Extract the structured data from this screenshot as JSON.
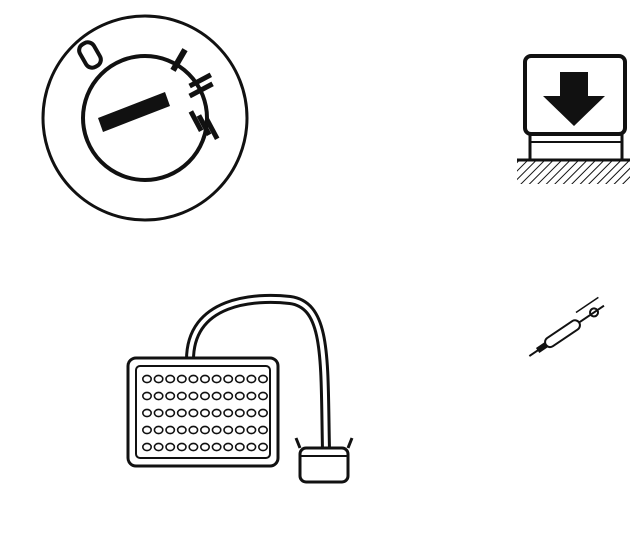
{
  "figure": {
    "background": "#ffffff",
    "ink": "#111111",
    "items": [
      {
        "name": "ignition-switch-icon",
        "markings": [
          "0",
          "I",
          "II",
          "III"
        ]
      },
      {
        "name": "push-down-button-icon"
      },
      {
        "name": "connector-panel-icon"
      },
      {
        "name": "fuel-line-tester-icon"
      }
    ]
  }
}
